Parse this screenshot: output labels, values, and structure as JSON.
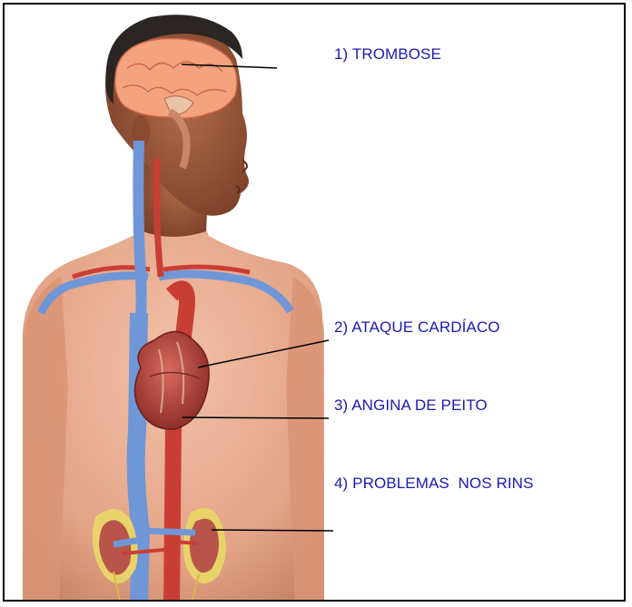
{
  "labels": [
    {
      "text": "1) TROMBOSE"
    },
    {
      "text": "2) ATAQUE CARDÍACO"
    },
    {
      "text": "3) ANGINA DE PEITO"
    },
    {
      "text": "4) PROBLEMAS  NOS RINS"
    }
  ],
  "colors": {
    "label_text": "#1a1ab4",
    "skin": "#e8a98c",
    "skin_shadow": "#c98668",
    "hair": "#2b2523",
    "brain": "#f4a37f",
    "vein": "#6f96d6",
    "artery": "#c93e34",
    "heart": "#b94a3f",
    "kidney": "#b8544a",
    "kidney_fat": "#e8d36a"
  },
  "icons": [
    "human-torso-anatomy-illustration"
  ]
}
